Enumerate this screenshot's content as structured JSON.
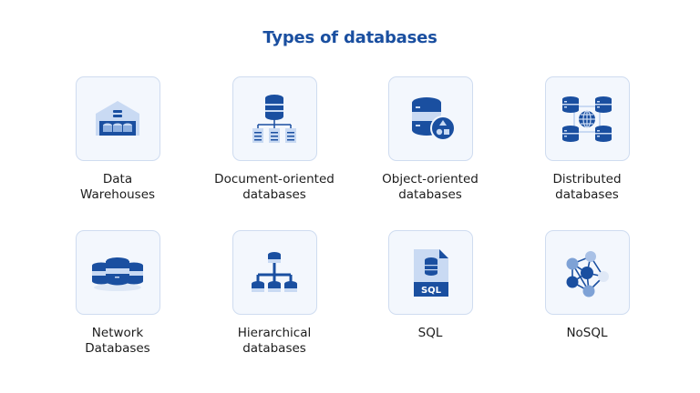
{
  "title": "Types of databases",
  "colors": {
    "primary": "#1a4fa0",
    "light": "#c9daf3",
    "card_bg": "#f3f7fd",
    "card_border": "#cfdcf0"
  },
  "items": [
    {
      "label": "Data\nWarehouses",
      "icon": "warehouse-icon"
    },
    {
      "label": "Document-oriented\ndatabases",
      "icon": "document-database-icon"
    },
    {
      "label": "Object-oriented\ndatabases",
      "icon": "object-database-icon"
    },
    {
      "label": "Distributed\ndatabases",
      "icon": "distributed-database-icon"
    },
    {
      "label": "Network\nDatabases",
      "icon": "network-database-icon"
    },
    {
      "label": "Hierarchical\ndatabases",
      "icon": "hierarchical-database-icon"
    },
    {
      "label": "SQL",
      "icon": "sql-file-icon"
    },
    {
      "label": "NoSQL",
      "icon": "nosql-graph-icon"
    }
  ]
}
